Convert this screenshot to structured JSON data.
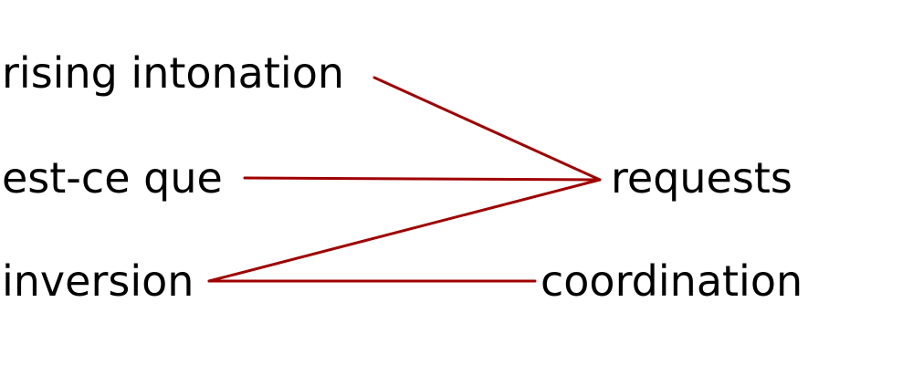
{
  "diagram": {
    "line_color": "#a00000",
    "text_color": "#000000",
    "left_nodes": {
      "rising": "rising intonation",
      "estceque": "est-ce que",
      "inversion": "inversion"
    },
    "right_nodes": {
      "requests": "requests",
      "coordination": "coordination"
    },
    "edges": [
      {
        "from": "rising",
        "to": "requests"
      },
      {
        "from": "estceque",
        "to": "requests"
      },
      {
        "from": "inversion",
        "to": "requests"
      },
      {
        "from": "inversion",
        "to": "coordination"
      }
    ]
  }
}
